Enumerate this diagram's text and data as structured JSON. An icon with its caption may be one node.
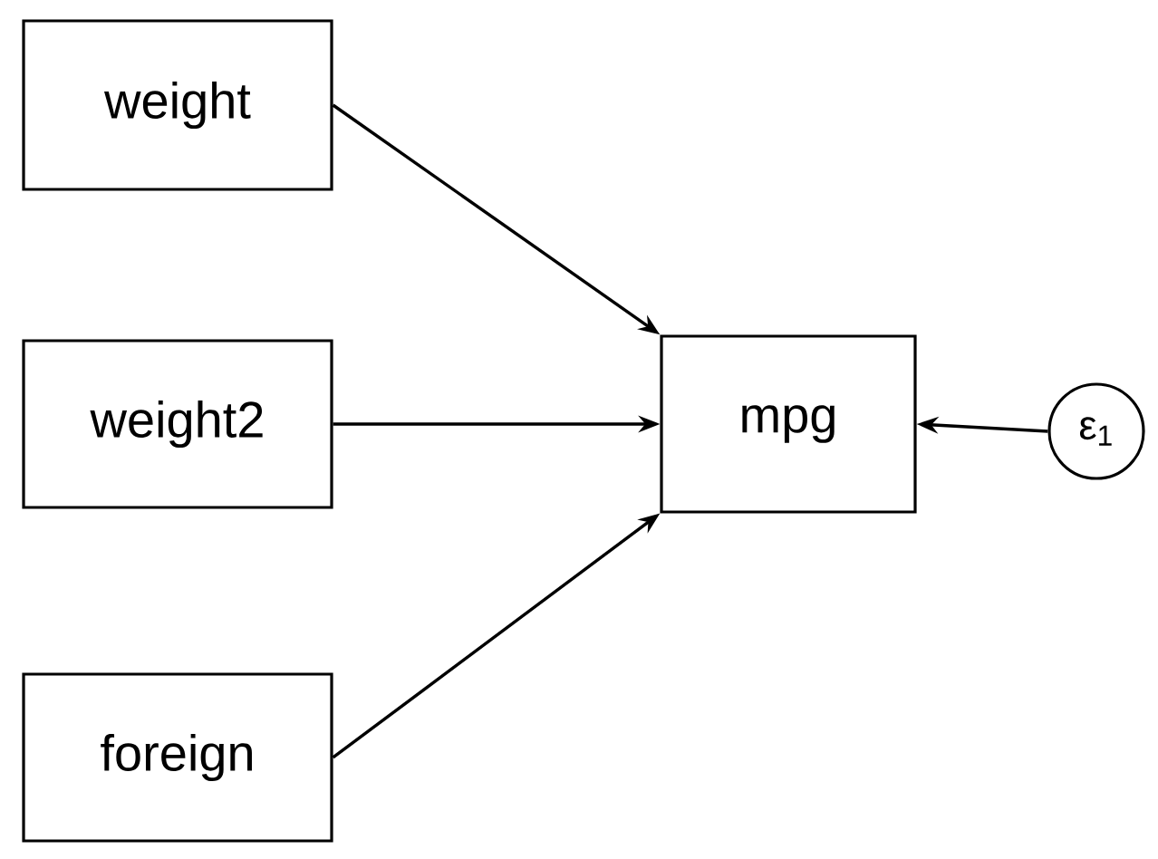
{
  "diagram": {
    "nodes": [
      {
        "text": [
          "weight"
        ]
      },
      {
        "text": [
          "weight2"
        ]
      },
      {
        "text": [
          "foreign"
        ]
      },
      {
        "text": [
          "mpg"
        ]
      },
      {
        "text": [
          "ε$_{1}$"
        ]
      }
    ],
    "edges": [
      {
        "from": 0,
        "to": 3,
        "arrow": "to"
      },
      {
        "from": 1,
        "to": 3,
        "arrow": "to"
      },
      {
        "from": 2,
        "to": 3,
        "arrow": "to"
      },
      {
        "from": 4,
        "to": 3,
        "arrow": "to"
      }
    ]
  }
}
